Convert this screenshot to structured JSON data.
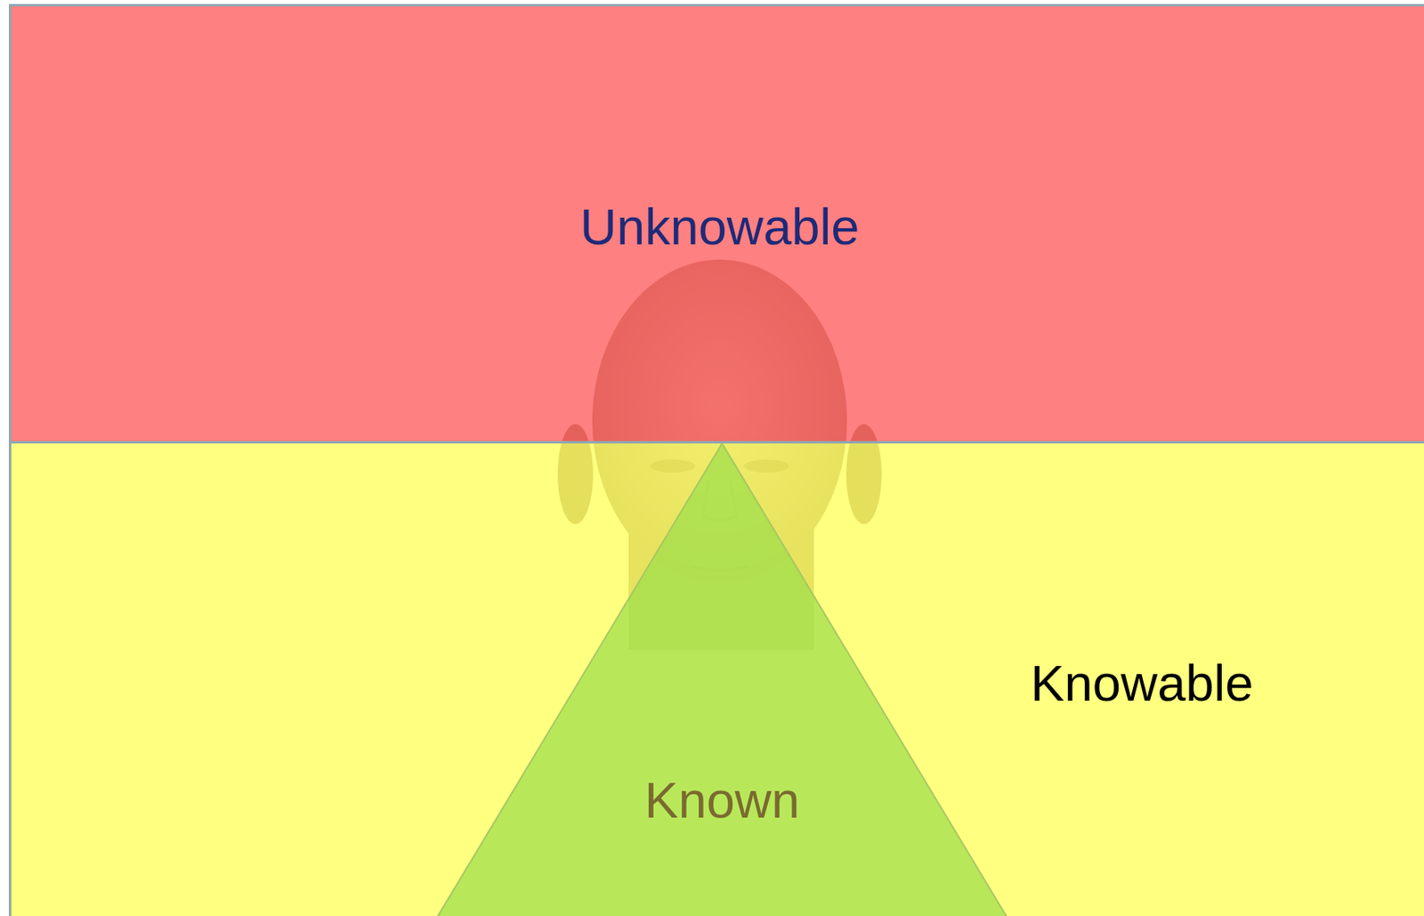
{
  "diagram": {
    "nodes": [
      {
        "text": [
          "Unknowable"
        ]
      },
      {
        "text": [
          "Knowable"
        ]
      },
      {
        "text": [
          "Known"
        ],
        "in": 1
      }
    ]
  }
}
